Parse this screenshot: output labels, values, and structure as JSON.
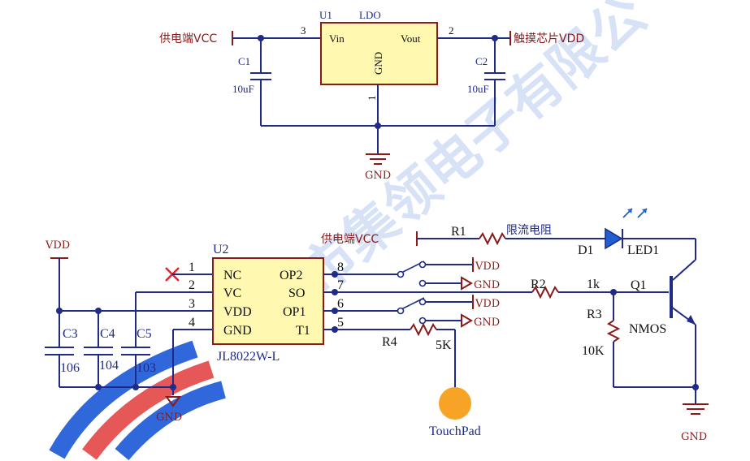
{
  "ldo": {
    "designator": "U1",
    "name": "LDO",
    "pin_in": "Vin",
    "pin_out": "Vout",
    "pin_gnd": "GND",
    "pin_in_num": "3",
    "pin_out_num": "2",
    "pin_gnd_num": "1",
    "input_net": "供电端VCC",
    "output_net": "触摸芯片VDD",
    "c1_ref": "C1",
    "c1_val": "10uF",
    "c2_ref": "C2",
    "c2_val": "10uF",
    "gnd_label": "GND"
  },
  "chip": {
    "designator": "U2",
    "part": "JL8022W-L",
    "pins_left": [
      {
        "num": "1",
        "name": "NC"
      },
      {
        "num": "2",
        "name": "VC"
      },
      {
        "num": "3",
        "name": "VDD"
      },
      {
        "num": "4",
        "name": "GND"
      }
    ],
    "pins_right": [
      {
        "num": "8",
        "name": "OP2"
      },
      {
        "num": "7",
        "name": "SO"
      },
      {
        "num": "6",
        "name": "OP1"
      },
      {
        "num": "5",
        "name": "T1"
      }
    ]
  },
  "vdd_label": "VDD",
  "gnd_label": "GND",
  "caps": [
    {
      "ref": "C3",
      "val": "106"
    },
    {
      "ref": "C4",
      "val": "104"
    },
    {
      "ref": "C5",
      "val": "103"
    }
  ],
  "switches": [
    {
      "net": "VDD"
    },
    {
      "net": "GND"
    },
    {
      "net": "VDD"
    },
    {
      "net": "GND"
    }
  ],
  "r4": {
    "ref": "R4",
    "val": "5K"
  },
  "touchpad": {
    "label": "TouchPad",
    "color": "#f7a326"
  },
  "led_branch": {
    "supply": "供电端VCC",
    "r1_ref": "R1",
    "r1_note": "限流电阻",
    "d1_ref": "D1",
    "led_ref": "LED1"
  },
  "driver": {
    "r2_ref": "R2",
    "r2_val": "1k",
    "r3_ref": "R3",
    "r3_val": "10K",
    "q_ref": "Q1",
    "q_type": "NMOS",
    "gnd_label": "GND"
  },
  "watermark": {
    "text": "市集领电子有限公"
  },
  "colors": {
    "wire": "#1f2b86",
    "component": "#8b1a1a",
    "chip_fill": "#fff8b0",
    "led_fill": "#1f5fd0",
    "nc_mark": "#e0242a"
  }
}
